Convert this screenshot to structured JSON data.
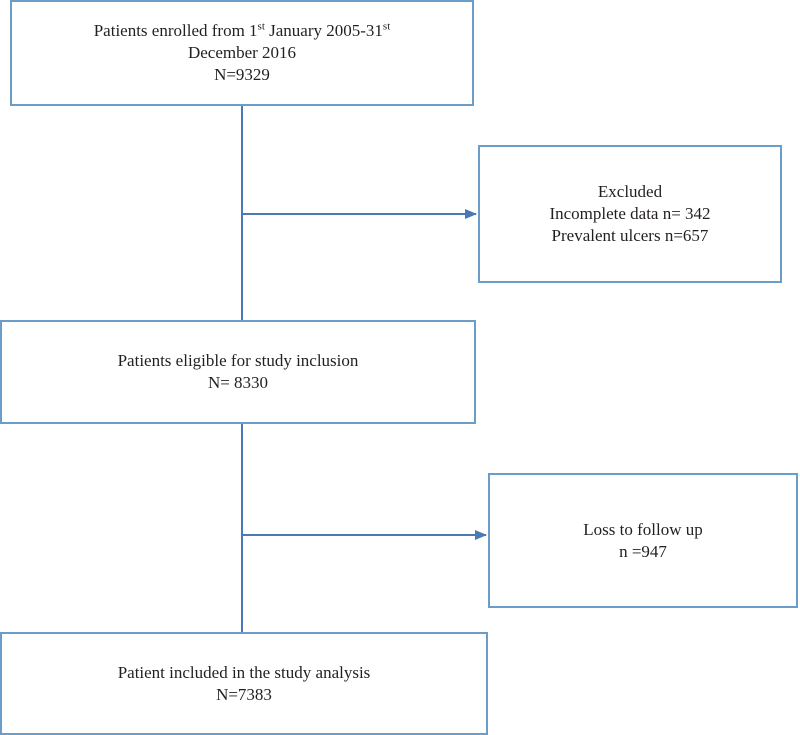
{
  "diagram": {
    "enrolled": {
      "line1_prefix": "Patients enrolled from 1",
      "line1_sup1": "st",
      "line1_mid": " January 2005-31",
      "line1_sup2": "st",
      "line2": "December 2016",
      "line3": "N=9329"
    },
    "excluded": {
      "title": "Excluded",
      "line1": "Incomplete data n= 342",
      "line2": "Prevalent ulcers n=657"
    },
    "eligible": {
      "line1": "Patients eligible for study inclusion",
      "line2": "N= 8330"
    },
    "loss": {
      "line1": "Loss to follow up",
      "line2": "n =947"
    },
    "included": {
      "line1": "Patient included in the study analysis",
      "line2": "N=7383"
    }
  },
  "colors": {
    "box_border": "#6a9ec9",
    "connector": "#4a79b5",
    "text": "#231f20"
  }
}
